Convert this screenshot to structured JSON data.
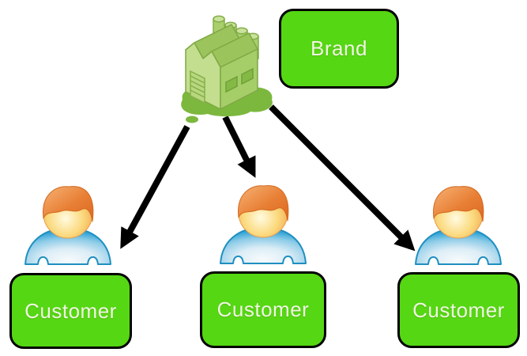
{
  "diagram": {
    "background": "#ffffff",
    "colors": {
      "node_fill": "#55d713",
      "node_border": "#000000",
      "node_text": "#eff6e2",
      "arrow": "#000000",
      "factory_green": "#a5cd68",
      "factory_puddle": "#7cb83e",
      "person_body_blue": "#2da2d6",
      "person_hair_orange": "#e06e26",
      "person_face_yellow": "#fbd97d"
    },
    "nodes": {
      "brand": {
        "label": "Brand",
        "icon": "factory-icon"
      },
      "customers": [
        {
          "label": "Customer",
          "icon": "person-icon"
        },
        {
          "label": "Customer",
          "icon": "person-icon"
        },
        {
          "label": "Customer",
          "icon": "person-icon"
        }
      ]
    },
    "edges": [
      {
        "from": "brand",
        "to": "customer-1"
      },
      {
        "from": "brand",
        "to": "customer-2"
      },
      {
        "from": "brand",
        "to": "customer-3"
      }
    ]
  }
}
